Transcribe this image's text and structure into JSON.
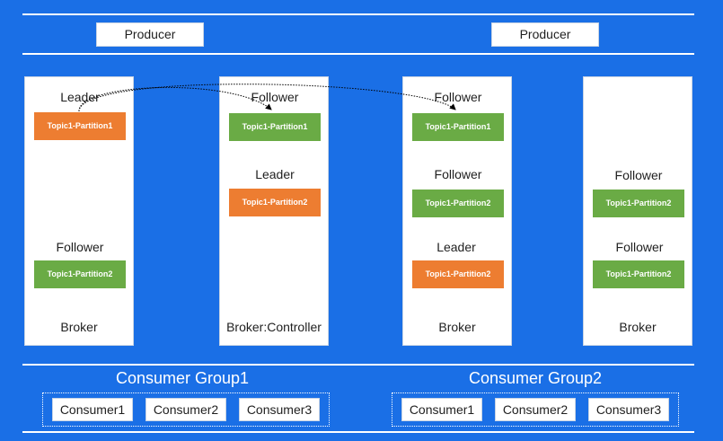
{
  "producers": [
    "Producer",
    "Producer"
  ],
  "brokers": [
    {
      "label": "Broker",
      "items": [
        {
          "role": "Leader",
          "partition": "Topic1-Partition1",
          "color": "#ed7d31"
        },
        {
          "role": "Follower",
          "partition": "Topic1-Partition2",
          "color": "#6aab45"
        }
      ]
    },
    {
      "label": "Broker:Controller",
      "items": [
        {
          "role": "Follower",
          "partition": "Topic1-Partition1",
          "color": "#6aab45"
        },
        {
          "role": "Leader",
          "partition": "Topic1-Partition2",
          "color": "#ed7d31"
        }
      ]
    },
    {
      "label": "Broker",
      "items": [
        {
          "role": "Follower",
          "partition": "Topic1-Partition1",
          "color": "#6aab45"
        },
        {
          "role": "Follower",
          "partition": "Topic1-Partition2",
          "color": "#6aab45"
        },
        {
          "role": "Leader",
          "partition": "Topic1-Partition2",
          "color": "#ed7d31"
        }
      ]
    },
    {
      "label": "Broker",
      "items": [
        {
          "role": "Follower",
          "partition": "Topic1-Partition2",
          "color": "#6aab45"
        },
        {
          "role": "Follower",
          "partition": "Topic1-Partition2",
          "color": "#6aab45"
        }
      ]
    }
  ],
  "consumer_groups": [
    {
      "title": "Consumer Group1",
      "consumers": [
        "Consumer1",
        "Consumer2",
        "Consumer3"
      ]
    },
    {
      "title": "Consumer Group2",
      "consumers": [
        "Consumer1",
        "Consumer2",
        "Consumer3"
      ]
    }
  ],
  "colors": {
    "background": "#1a6fe6",
    "leader": "#ed7d31",
    "follower": "#6aab45"
  }
}
